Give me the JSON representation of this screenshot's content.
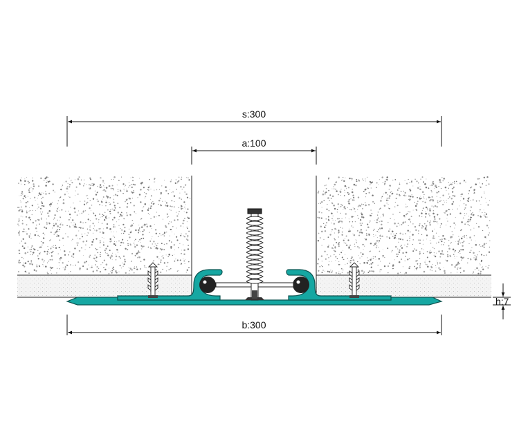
{
  "dimensions": {
    "s": "s:300",
    "a": "a:100",
    "b": "b:300",
    "h": "h:7"
  },
  "colors": {
    "profile_teal": "#16a7a2",
    "profile_stroke": "#0f5552",
    "gasket": "#222222",
    "concrete_speckle": "#8a8a8a",
    "screed": "#efefef",
    "line": "#111111"
  }
}
